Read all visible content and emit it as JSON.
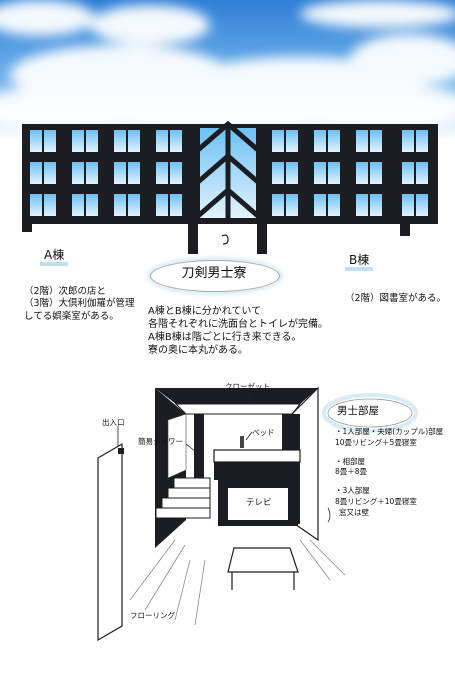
{
  "labels": {
    "building_a": "A棟",
    "building_b": "B棟",
    "title": "刀剣男士寮"
  },
  "building_a_desc": [
    "（2階）次郎の店と",
    "（3階）大倶利伽羅が管理",
    "してる娯楽室がある。"
  ],
  "building_b_desc": "（2階）図書室がある。",
  "main_desc": [
    "A棟とB棟に分かれていて",
    "各階それぞれに洗面台とトイレが完備。",
    "A棟B棟は階ごとに行き来できる。",
    "寮の奥に本丸がある。"
  ],
  "room_labels": {
    "closet": "クローゼット",
    "entrance": "出入口",
    "shower": "簡易シャワー",
    "bed": "ベッド",
    "tv": "テレビ",
    "flooring": "フローリング"
  },
  "room_types": {
    "title": "男士部屋",
    "single_title": "・1人部屋・夫婦(カップル)部屋",
    "single_detail": "10畳リビング＋5畳寝室",
    "double_title": "・相部屋",
    "double_detail": "8畳＋8畳",
    "triple_title": "・3人部屋",
    "triple_detail": "8畳リビング＋10畳寝室",
    "window_note": "窓又は壁"
  },
  "colors": {
    "sky": "#3b8fe0",
    "glass": "#9fd3f5",
    "frame": "#1b1d22",
    "title_glow": "#d7ecf7"
  }
}
